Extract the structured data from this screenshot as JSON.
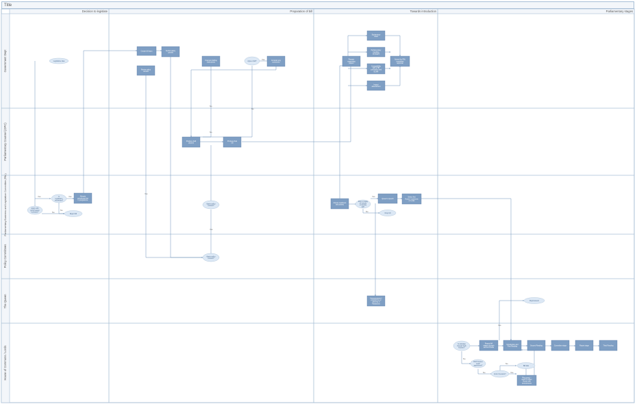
{
  "title": "Title",
  "phases": [
    "Decision to legislate",
    "Preparation of bill",
    "Towards introduction",
    "Parliamentary stages"
  ],
  "lanes": [
    "Government Dept",
    "Parliamentary Counsel (OPC)",
    "Parliamentary Business and Legislation Committee (PBL)",
    "Policy Committees",
    "The Queen",
    "House of Commons / Lords"
  ],
  "nodes": {
    "idea": "Legislative idea",
    "apply_slot": "Apply with good reason schedule?",
    "legislation_necessary": "Is legislation necessary?",
    "allocate_slot": "Allocate provisional slot in programme",
    "reject_bill": "Reject bill",
    "create_team": "Create bill team",
    "submit_policy": "Submit policy content",
    "revise_policy": "Revise policy content",
    "counsel_drafting": "Counsel drafting instructions",
    "agree_draft": "Agree draft?",
    "consider_comments": "Consider any comments",
    "draft_clauses": "Produce draft clauses",
    "produce_final": "Produce final bill",
    "agree_content_pbl": "Agree policy content?",
    "agree_content_policy": "Agree policy content?",
    "prepare_docs": "Prepare supporting papers",
    "explanatory_notes": "Explanatory notes",
    "handling": "Parliamentary handling strategies",
    "compatibility": "Compatibility with a HR convention and ECHR",
    "impact": "Impact assessment",
    "submit_pbl": "Submit for PBL committee approval",
    "assess_readiness": "Assess readiness and priority",
    "drop_include": "Drop or delay or include emerging bill?",
    "drop_bill": "Drop bill",
    "queens_speech": "Queen's speech",
    "select_house": "Select first House / commons or Lords",
    "announce": "Announcement / programme or opening of Parliament",
    "royal_assent": "Royal assent",
    "both_houses": "Is passage through both Houses?",
    "repeat_stages": "Repeat bill stages through second House",
    "first_reading": "Introduction and First Reading",
    "second_reading": "Second Reading",
    "committee_stage": "Committee stage",
    "report_stage": "Report stage",
    "third_reading": "Third Reading",
    "both_agree": "Both houses reach agreement?",
    "end_session": "End of session?",
    "bill_fails": "Bill fails",
    "ping_pong": "'Ping pong' – return to other House with amendments"
  },
  "labels": {
    "yes": "Yes",
    "no": "No"
  },
  "colors": {
    "process_fill": "#7f9fc4",
    "process_stroke": "#5a7ea8",
    "decision_fill": "#dce8f5",
    "decision_stroke": "#a8bfd6",
    "lane_border": "#a8bfd6",
    "header_fill": "#f3f6fa",
    "connector": "#6a8fb8"
  }
}
